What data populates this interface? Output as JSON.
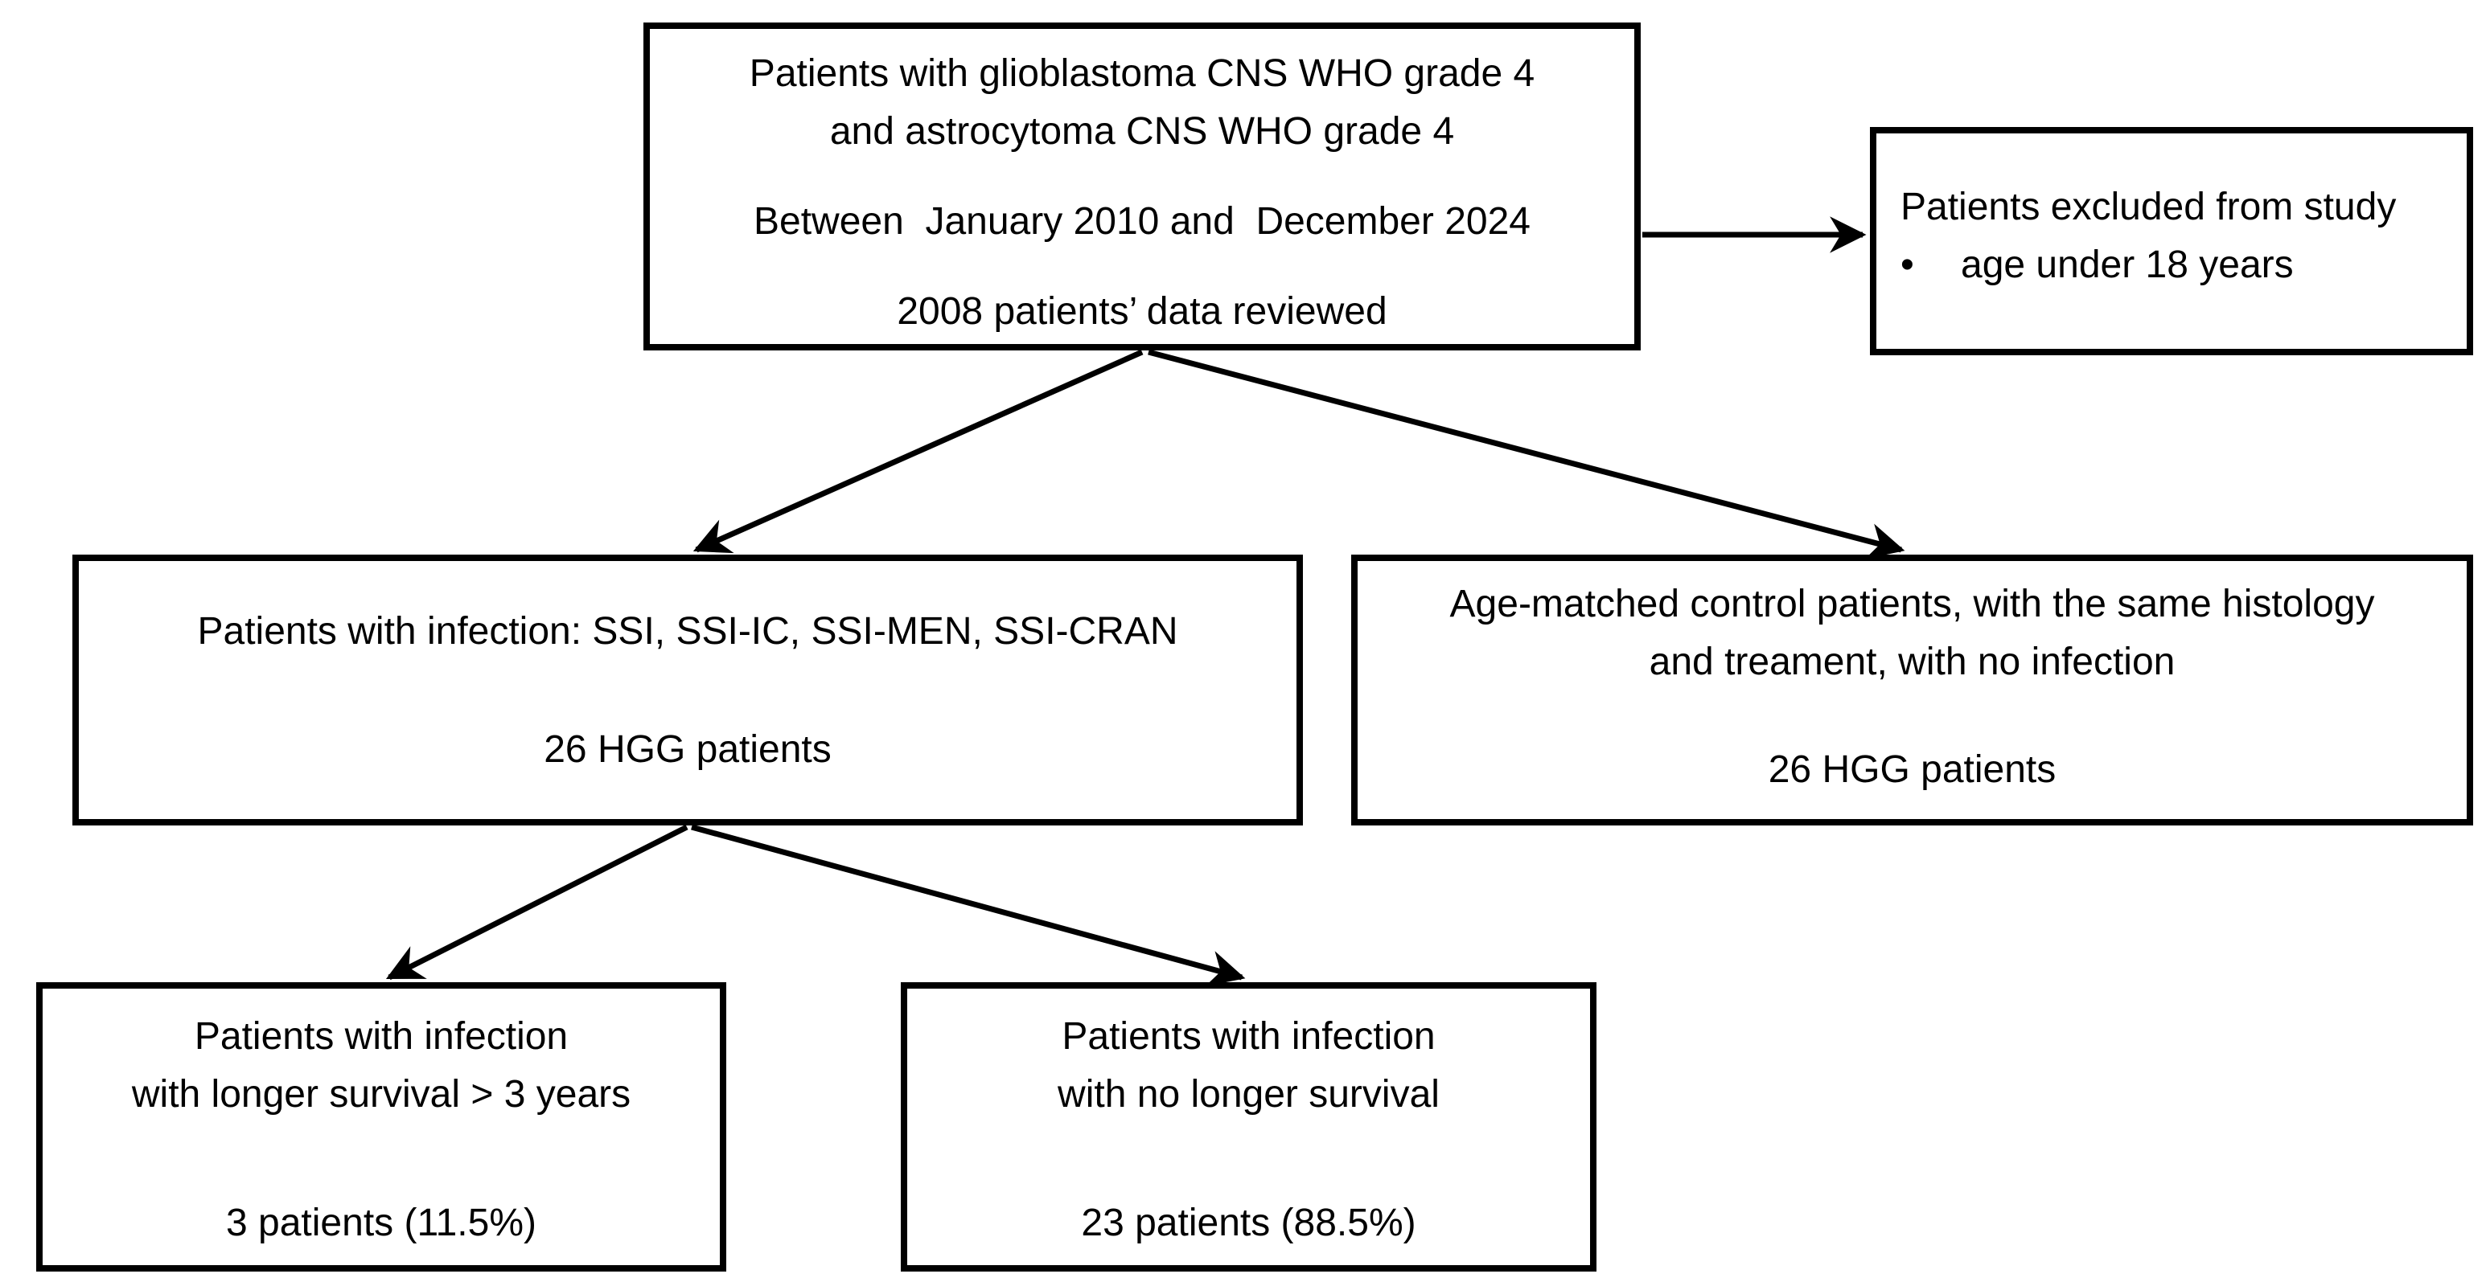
{
  "diagram": {
    "colors": {
      "border": "#000000",
      "text": "#000000",
      "background": "#ffffff",
      "arrow": "#000000"
    },
    "enrollment_box": {
      "title_line1": "Patients with glioblastoma CNS WHO grade 4",
      "title_line2": "and astrocytoma CNS WHO grade 4",
      "period": "Between  January 2010 and  December 2024",
      "reviewed": "2008 patients’ data reviewed"
    },
    "excluded_box": {
      "title": "Patients excluded from study",
      "bullet_marker": "•",
      "bullet_text": "age under 18 years"
    },
    "infection_box": {
      "line1": "Patients with infection: SSI, SSI-IC, SSI-MEN, SSI-CRAN",
      "count": "26 HGG patients"
    },
    "control_box": {
      "line1": "Age-matched control patients, with the same histology",
      "line2": "and treament, with no infection",
      "count": "26 HGG patients"
    },
    "longer_survival_box": {
      "line1": "Patients with infection",
      "line2": "with longer survival > 3 years",
      "count": "3 patients (11.5%)"
    },
    "no_longer_survival_box": {
      "line1": "Patients with infection",
      "line2": "with no longer survival",
      "count": "23 patients (88.5%)"
    }
  }
}
